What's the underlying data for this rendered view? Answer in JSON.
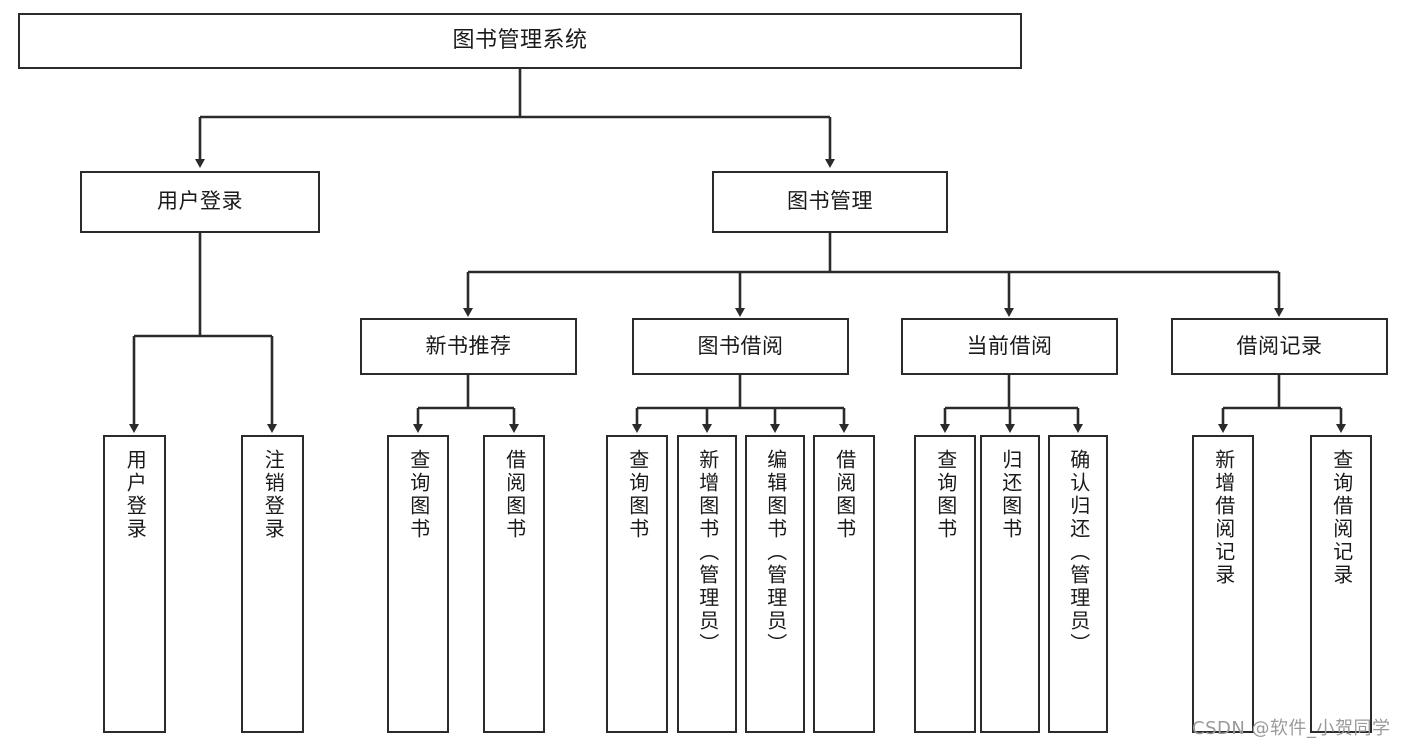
{
  "diagram": {
    "kind": "function-structure-tree",
    "title": "图书管理系统",
    "colors": {
      "stroke": "#2b2b2b",
      "box_fill": "#ffffff",
      "text": "#1a1a1a",
      "background": "#ffffff",
      "watermark": "#9a9a9a"
    }
  },
  "watermark": {
    "text": "CSDN @软件_小贺同学"
  },
  "nodes": {
    "root": {
      "label": "图书管理系统"
    },
    "level2": [
      {
        "label": "用户登录"
      },
      {
        "label": "图书管理"
      }
    ],
    "level3": [
      {
        "label": "新书推荐"
      },
      {
        "label": "图书借阅"
      },
      {
        "label": "当前借阅"
      },
      {
        "label": "借阅记录"
      }
    ],
    "leaves": {
      "user_login": [
        {
          "label": "用户登录"
        },
        {
          "label": "注销登录"
        }
      ],
      "new_book_recommend": [
        {
          "label": "查询图书"
        },
        {
          "label": "借阅图书"
        }
      ],
      "book_borrow": [
        {
          "label": "查询图书"
        },
        {
          "label": "新增图书（管理员）"
        },
        {
          "label": "编辑图书（管理员）"
        },
        {
          "label": "借阅图书"
        }
      ],
      "current_borrow": [
        {
          "label": "查询图书"
        },
        {
          "label": "归还图书"
        },
        {
          "label": "确认归还（管理员）"
        }
      ],
      "borrow_record": [
        {
          "label": "新增借阅记录"
        },
        {
          "label": "查询借阅记录"
        }
      ]
    }
  }
}
